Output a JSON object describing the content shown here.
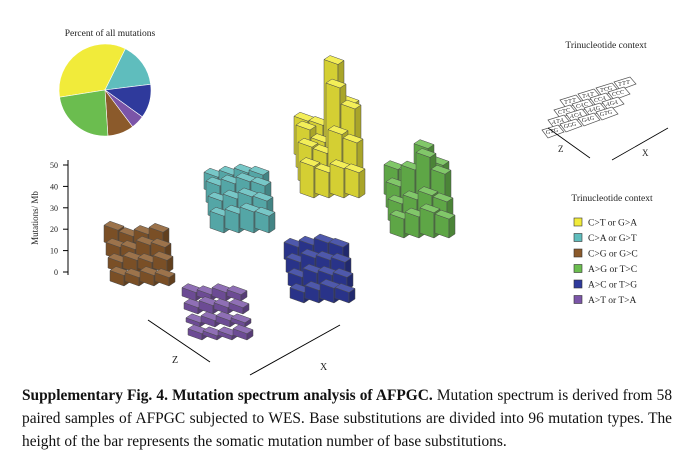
{
  "pie": {
    "title": "Percent of all mutations",
    "colors": [
      "#f1eb3a",
      "#5fbdbd",
      "#2f3a9c",
      "#7b55a8",
      "#8b5a2b",
      "#6bbd4f"
    ]
  },
  "chart_data": {
    "type": "bar",
    "ylabel": "Mutations/ Mb",
    "yticks": [
      "0",
      "10",
      "20",
      "30",
      "40",
      "50"
    ],
    "ylim": [
      0,
      50
    ],
    "axis_x": "X",
    "axis_z": "Z",
    "series": [
      {
        "name": "C>T or G>A",
        "color": "#f1eb3a",
        "values": [
          18,
          16,
          45,
          26,
          20,
          14,
          40,
          30,
          18,
          15,
          24,
          20,
          15,
          12,
          14,
          12
        ]
      },
      {
        "name": "C>A or G>T",
        "color": "#5fbdbd",
        "values": [
          8,
          9,
          10,
          9,
          10,
          11,
          12,
          10,
          9,
          10,
          11,
          9,
          8,
          9,
          10,
          8
        ]
      },
      {
        "name": "C>G or G>C",
        "color": "#8b5a2b",
        "values": [
          8,
          5,
          6,
          7,
          6,
          5,
          7,
          6,
          5,
          6,
          5,
          6,
          5,
          4,
          5,
          4
        ]
      },
      {
        "name": "A>G or T>C",
        "color": "#6bbd4f",
        "values": [
          14,
          12,
          24,
          16,
          12,
          20,
          26,
          18,
          10,
          12,
          14,
          11,
          9,
          10,
          12,
          9
        ]
      },
      {
        "name": "A>C or T>G",
        "color": "#2f3a9c",
        "values": [
          8,
          9,
          10,
          8,
          7,
          9,
          8,
          7,
          6,
          8,
          7,
          6,
          5,
          6,
          7,
          5
        ]
      },
      {
        "name": "A>T or T>A",
        "color": "#7b55a8",
        "values": [
          4,
          3,
          4,
          3,
          3,
          4,
          3,
          3,
          2,
          3,
          3,
          2,
          3,
          2,
          2,
          3
        ]
      }
    ]
  },
  "context": {
    "title": "Trinucleotide context",
    "axis_z": "Z",
    "axis_x": "X",
    "cells": [
      {
        "l": "T",
        "c": "T",
        "r": "T"
      },
      {
        "l": "T",
        "c": "A",
        "r": "T"
      },
      {
        "l": "T",
        "c": "C",
        "r": "G"
      },
      {
        "l": "T",
        "c": "T",
        "r": "T"
      },
      {
        "l": "C",
        "c": "T",
        "r": "C"
      },
      {
        "l": "C",
        "c": "A",
        "r": "C"
      },
      {
        "l": "C",
        "c": "C",
        "r": "A"
      },
      {
        "l": "C",
        "c": "C",
        "r": "C"
      },
      {
        "l": "A",
        "c": "T",
        "r": "A"
      },
      {
        "l": "A",
        "c": "C",
        "r": "A"
      },
      {
        "l": "A",
        "c": "A",
        "r": "G"
      },
      {
        "l": "A",
        "c": "G",
        "r": "A"
      },
      {
        "l": "G",
        "c": "T",
        "r": "G"
      },
      {
        "l": "G",
        "c": "G",
        "r": "G"
      },
      {
        "l": "G",
        "c": "A",
        "r": "G"
      },
      {
        "l": "G",
        "c": "T",
        "r": "G"
      }
    ]
  },
  "legend": {
    "title": "Trinucleotide context",
    "items": [
      {
        "label": "C>T or G>A",
        "color": "#f1eb3a"
      },
      {
        "label": "C>A or G>T",
        "color": "#5fbdbd"
      },
      {
        "label": "C>G or G>C",
        "color": "#8b5a2b"
      },
      {
        "label": "A>G or T>C",
        "color": "#6bbd4f"
      },
      {
        "label": "A>C or T>G",
        "color": "#2f3a9c"
      },
      {
        "label": "A>T or T>A",
        "color": "#7b55a8"
      }
    ]
  },
  "caption": {
    "figlabel": "Supplementary Fig. 4",
    "sep": ". ",
    "heading": "Mutation spectrum analysis of AFPGC.",
    "text": " Mutation spectrum is derived from 58 paired samples of AFPGC subjected to WES. Base substitutions are divided into 96 mutation types. The height of the bar represents the somatic mutation number of base substitutions."
  }
}
